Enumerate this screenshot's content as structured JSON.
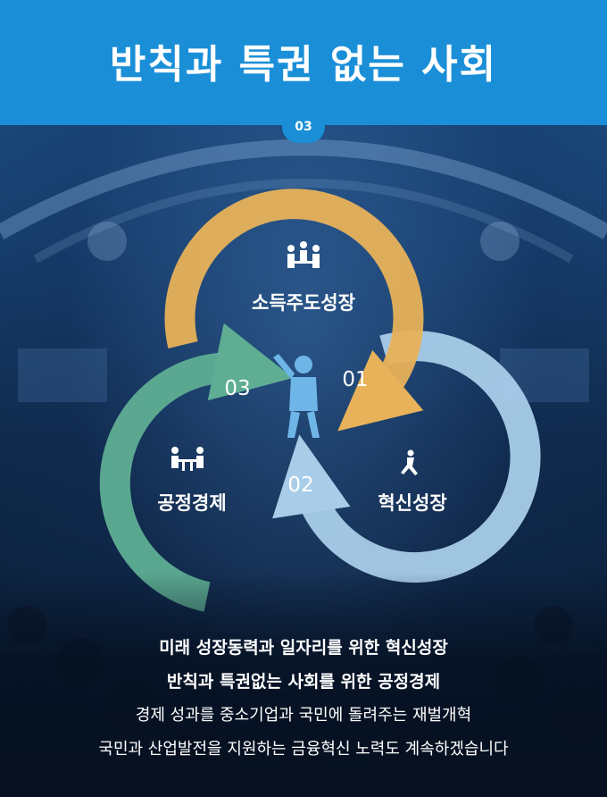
{
  "header": {
    "title": "반칙과 특권 없는 사회",
    "badge": "03",
    "color": "#1a8fd8"
  },
  "diagram": {
    "top": {
      "label": "소득주도성장",
      "number": "01",
      "icon": "people-meeting-icon",
      "color": "#e8b25a"
    },
    "left": {
      "label": "공정경제",
      "number": "03",
      "icon": "meeting-table-icon",
      "color": "#5fae94"
    },
    "right": {
      "label": "혁신성장",
      "number": "02",
      "icon": "running-person-icon",
      "color": "#a9cde9"
    }
  },
  "summary": {
    "line1": "미래 성장동력과 일자리를 위한 혁신성장",
    "line2": "반칙과 특권없는 사회를 위한 공정경제",
    "line3": "경제 성과를 중소기업과 국민에 돌려주는 재벌개혁",
    "line4": "국민과 산업발전을 지원하는 금융혁신 노력도 계속하겠습니다"
  }
}
